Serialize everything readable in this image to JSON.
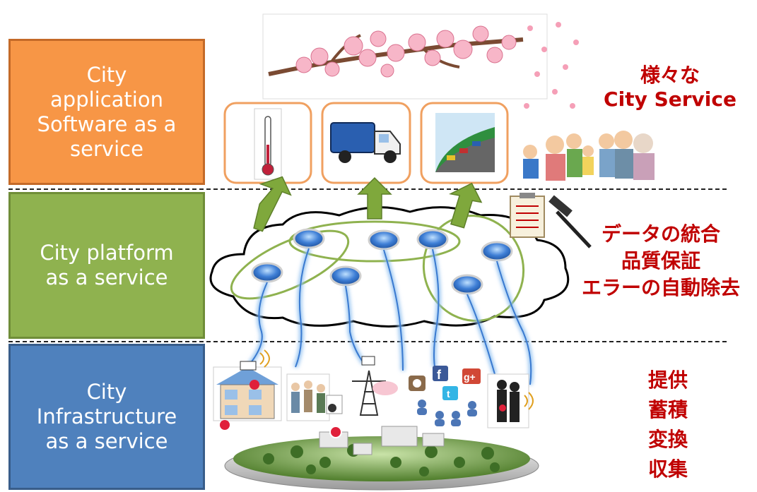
{
  "layers": {
    "application": {
      "label": "City\napplication\nSoftware as a\nservice",
      "color": "#f79646"
    },
    "platform": {
      "label": "City platform\nas a service",
      "color": "#8fb24f"
    },
    "infrastructure": {
      "label": "City\nInfrastructure\nas a service",
      "color": "#4f81bd"
    }
  },
  "annotations": {
    "application": "様々な\nCity Service",
    "platform": "データの統合\n品質保証\nエラーの自動除去",
    "infrastructure": "提供\n蓄積\n変換\n収集"
  },
  "icons": {
    "services": [
      "thermometer-icon",
      "garbage-truck-icon",
      "traffic-road-icon"
    ],
    "infrastructure": [
      "house-sensor-icon",
      "people-icon",
      "power-tower-icon",
      "social-media-icon",
      "elderly-couple-icon",
      "city-model-icon"
    ],
    "decor": [
      "cherry-blossom-icon",
      "family-icon",
      "clipboard-icon",
      "hammer-icon"
    ]
  },
  "social_letters": {
    "facebook": "f",
    "google": "g+",
    "twitter": "t"
  }
}
